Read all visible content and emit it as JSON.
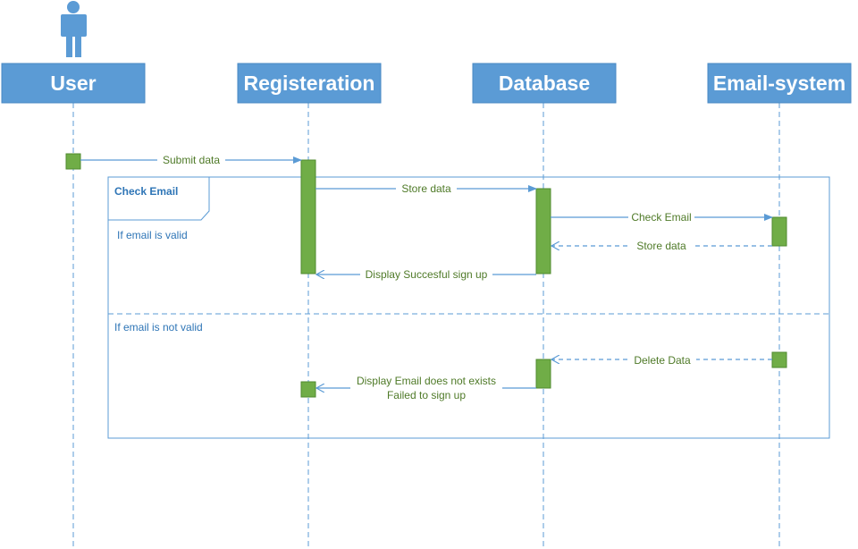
{
  "lifelines": {
    "user": {
      "title": "User"
    },
    "registration": {
      "title": "Registeration"
    },
    "database": {
      "title": "Database"
    },
    "email_system": {
      "title": "Email-system"
    }
  },
  "frame": {
    "title": "Check Email",
    "guard_valid": "If email is valid",
    "guard_invalid": "If email is not valid"
  },
  "messages": {
    "submit_data": "Submit data",
    "store_data": "Store data",
    "check_email": "Check Email",
    "store_data_return": "Store data",
    "display_success": "Display Succesful sign up",
    "delete_data": "Delete Data",
    "display_email_not_exists": "Display Email does not exists",
    "failed_sign_up": "Failed to sign up"
  },
  "colors": {
    "lifeline_blue": "#5b9bd5",
    "activation_green": "#70ad47",
    "label_green": "#4f7a28",
    "frame_text_blue": "#2e75b6"
  }
}
